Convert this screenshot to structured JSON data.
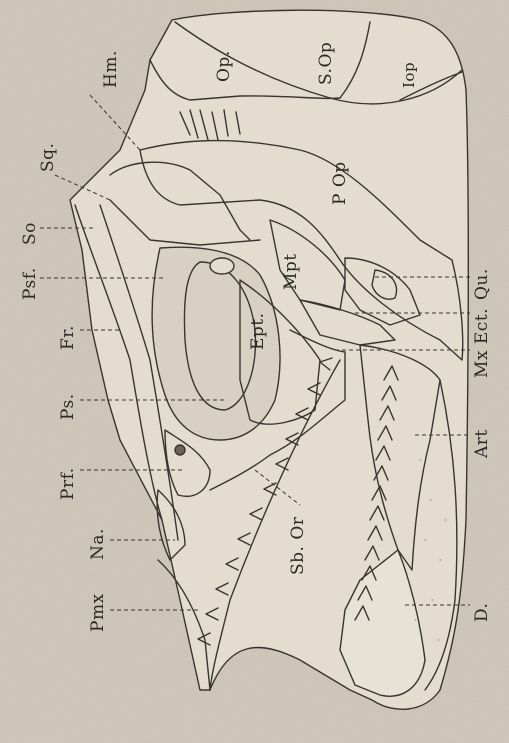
{
  "figure": {
    "paper_color": "#cfc6b8",
    "ink_color": "#3a3430",
    "labels": {
      "op": "Op.",
      "sop": "S.Op",
      "iop": "Iop",
      "hm": "Hm.",
      "sq": "Sq.",
      "so": "So",
      "pop": "P Op",
      "psf": "Psf.",
      "mpt": "Mpt",
      "qu": "Qu.",
      "fr": "Fr.",
      "ept": "Ept.",
      "mx_ect": "Mx Ect.",
      "ps": "Ps.",
      "art": "Art",
      "prf": "Prf.",
      "na": "Na.",
      "sbor": "Sb. Or",
      "pmx": "Pmx",
      "d": "D."
    }
  }
}
